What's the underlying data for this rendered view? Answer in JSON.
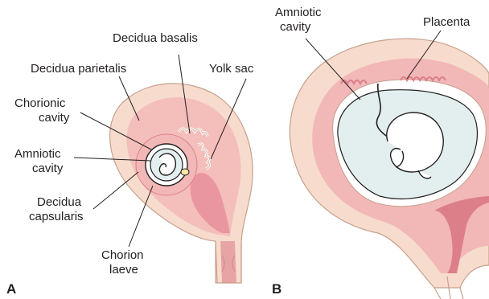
{
  "figure": {
    "panel_a": {
      "letter": "A",
      "labels": {
        "decidua_basalis": "Decidua basalis",
        "decidua_parietalis": "Decidua parietalis",
        "yolk_sac": "Yolk sac",
        "chorionic_cavity": [
          "Chorionic",
          "cavity"
        ],
        "amniotic_cavity": [
          "Amniotic",
          "cavity"
        ],
        "decidua_capsularis": [
          "Decidua",
          "capsularis"
        ],
        "chorion_laeve": [
          "Chorion",
          "laeve"
        ]
      }
    },
    "panel_b": {
      "letter": "B",
      "labels": {
        "amniotic_cavity": [
          "Amniotic",
          "cavity"
        ],
        "placenta": "Placenta"
      }
    },
    "colors": {
      "uterine_wall": "#f7dccd",
      "uterine_outline": "#c7a08e",
      "decidua": "#f2b7b7",
      "decidua_deep": "#dc7f88",
      "cavity": "#ea96a0",
      "amniotic_fluid": "#e3efef",
      "embryo": "#ffffff"
    }
  }
}
